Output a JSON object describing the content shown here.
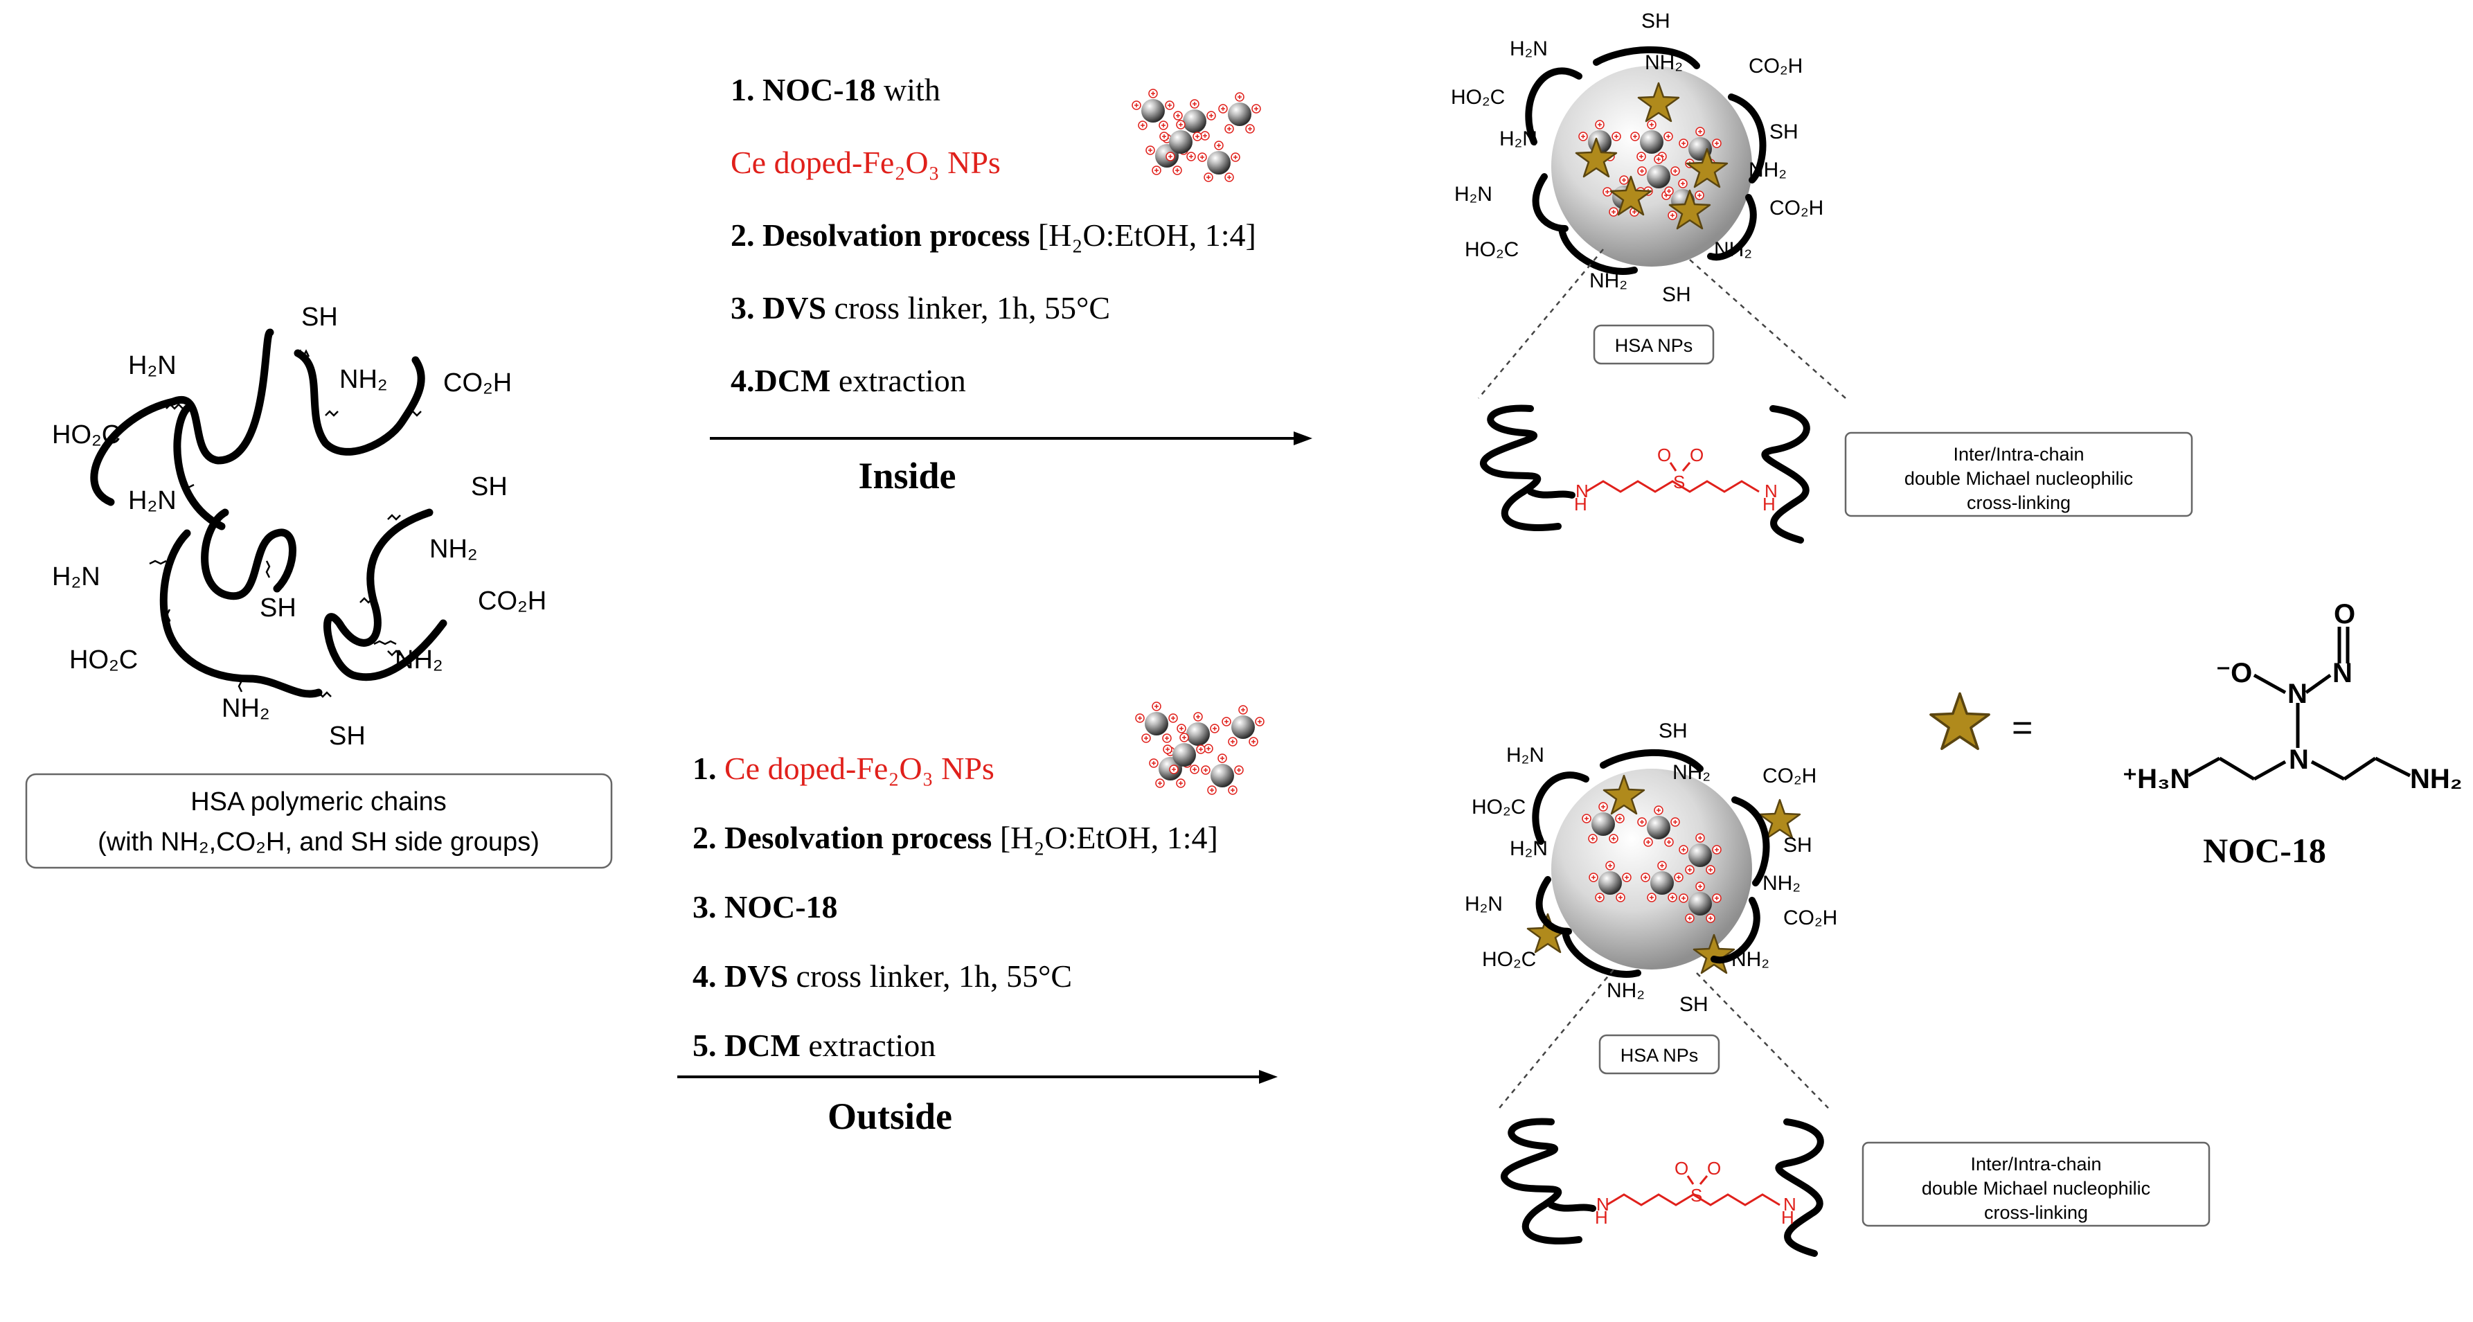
{
  "hsa_chains": {
    "caption_line1": "HSA polymeric chains",
    "caption_line2": "(with NH₂,CO₂H, and SH side groups)",
    "groups": {
      "sh": "SH",
      "nh2_right": "NH₂",
      "h2n_left": "H₂N",
      "co2h_right": "CO₂H",
      "ho2c_left": "HO₂C"
    }
  },
  "inside_route": {
    "steps": [
      {
        "num": "1. ",
        "bold": "NOC-18",
        "rest": " with"
      },
      {
        "num": "",
        "bold": "",
        "rest": "Ce doped-Fe₂O₃  NPs"
      },
      {
        "num": "2. ",
        "bold": "Desolvation process",
        "rest": " [H₂O:EtOH, 1:4]"
      },
      {
        "num": "3. ",
        "bold": "DVS",
        "rest": " cross linker, 1h, 55°C"
      },
      {
        "num": "4.",
        "bold": "DCM",
        "rest": " extraction"
      }
    ],
    "arrow_label": "Inside",
    "particle_label": "HSA NPs",
    "crosslink_box": [
      "Inter/Intra-chain",
      "double Michael nucleophilic",
      "cross-linking"
    ]
  },
  "outside_route": {
    "steps": [
      {
        "num": "1. ",
        "bold": "",
        "rest": "Ce doped-Fe₂O₃  NPs"
      },
      {
        "num": "2. ",
        "bold": "Desolvation process",
        "rest": " [H₂O:EtOH, 1:4]"
      },
      {
        "num": "3. ",
        "bold": "NOC-18",
        "rest": ""
      },
      {
        "num": "4. ",
        "bold": "DVS",
        "rest": " cross linker, 1h, 55°C"
      },
      {
        "num": "5. ",
        "bold": "DCM",
        "rest": " extraction"
      }
    ],
    "arrow_label": "Outside",
    "particle_label": "HSA NPs",
    "crosslink_box": [
      "Inter/Intra-chain",
      "double Michael nucleophilic",
      "cross-linking"
    ]
  },
  "legend": {
    "equals": "=",
    "compound_name": "NOC-18",
    "atoms": {
      "o_minus": "⁻O",
      "n1": "N",
      "n2": "N",
      "o_double": "O",
      "n_center": "N",
      "h3n_plus": "⁺H₃N",
      "nh2": "NH₂"
    }
  },
  "linker_atoms": {
    "nh": "H",
    "n": "N",
    "s": "S",
    "o": "O"
  },
  "colors": {
    "star_fill": "#b08a1c",
    "star_stroke": "#5a4510",
    "red_text": "#e0201b",
    "nanoparticle": "#9a9a9a"
  }
}
